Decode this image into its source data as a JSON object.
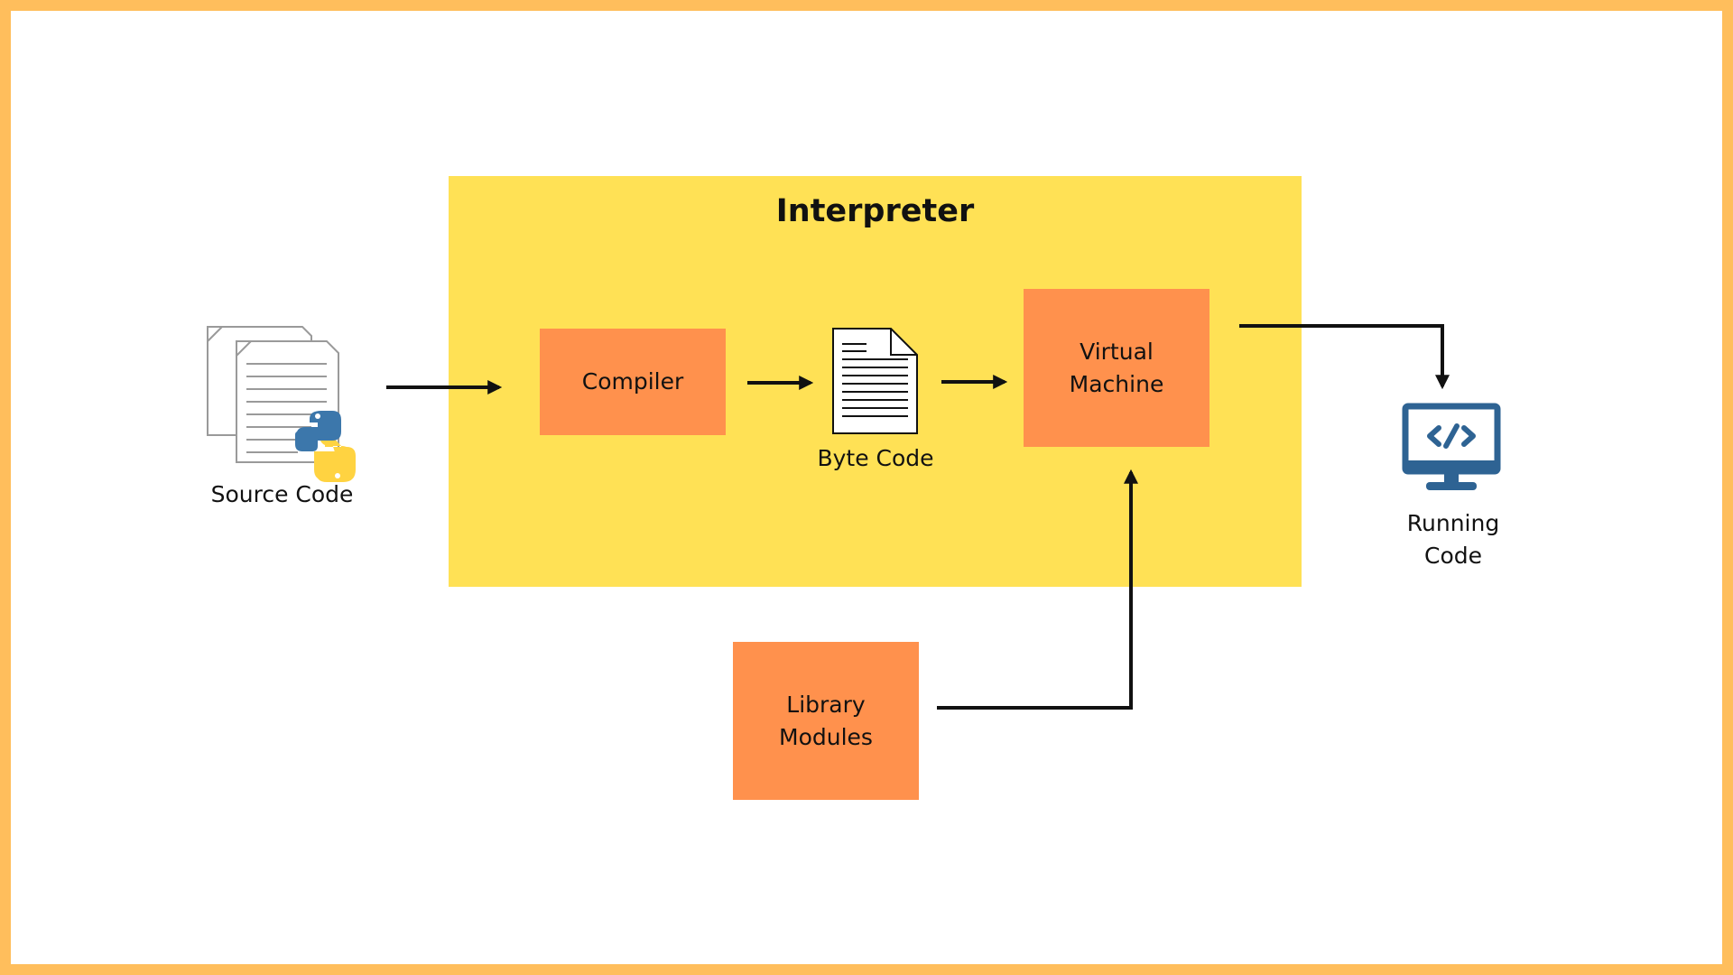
{
  "interpreter": {
    "title": "Interpreter"
  },
  "nodes": {
    "compiler": "Compiler",
    "virtual_machine": "Virtual\nMachine",
    "library_modules": "Library\nModules"
  },
  "captions": {
    "source_code": "Source Code",
    "byte_code": "Byte Code",
    "running_code": "Running\nCode"
  },
  "icons": {
    "source": "source-code-documents-icon",
    "python_logo": "python-logo-icon",
    "byte_code": "byte-code-document-icon",
    "monitor": "code-monitor-icon"
  },
  "colors": {
    "frame_border": "#FFBE5C",
    "interpreter_fill": "#FFE155",
    "node_fill": "#FF914D",
    "arrow": "#111111",
    "monitor": "#2E6393",
    "python_blue": "#3C77AB",
    "python_yellow": "#FFD341"
  }
}
